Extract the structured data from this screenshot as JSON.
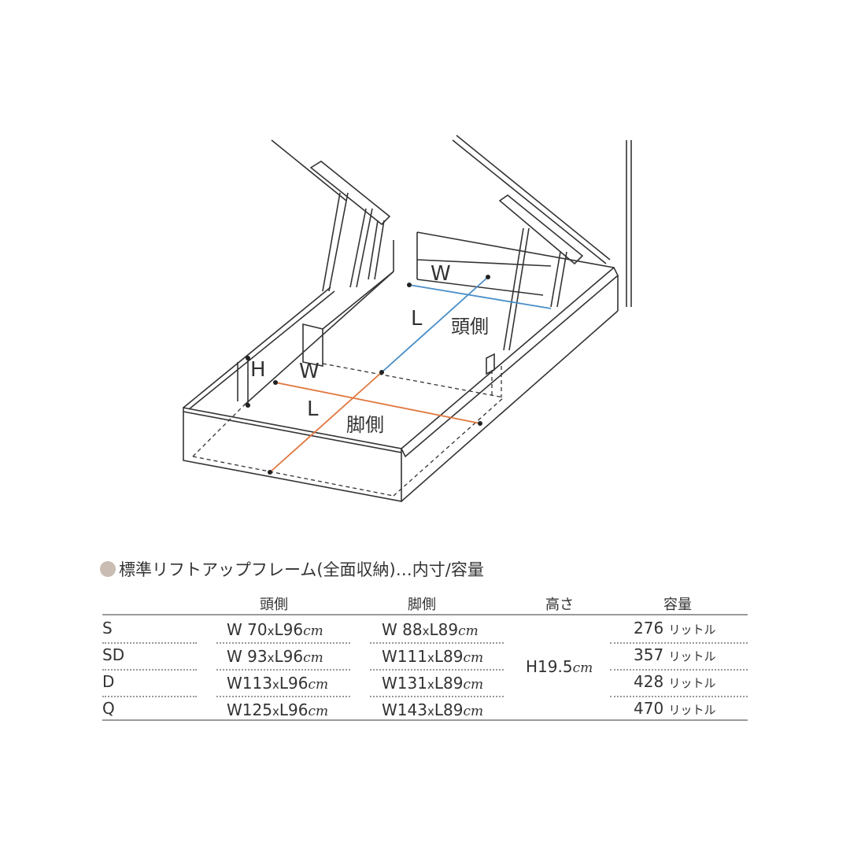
{
  "diagram": {
    "labels": {
      "head_w": "W",
      "head_l": "L",
      "head_side": "頭側",
      "foot_w": "W",
      "foot_l": "L",
      "foot_side": "脚側",
      "height": "H"
    },
    "colors": {
      "head_dimension": "#4a8fc8",
      "foot_dimension": "#e07840",
      "line": "#333333",
      "bullet": "#c9bcb2"
    }
  },
  "table": {
    "title": "標準リフトアップフレーム(全面収納)…内寸/容量",
    "headers": [
      "",
      "頭側",
      "脚側",
      "高さ",
      "容量"
    ],
    "height_value": "H19.5",
    "height_unit": "cm",
    "rows": [
      {
        "size": "S",
        "head_w": "W 70",
        "head_l": "L96",
        "foot_w": "W 88",
        "foot_l": "L89",
        "capacity": "276",
        "capacity_unit": "リットル"
      },
      {
        "size": "SD",
        "head_w": "W 93",
        "head_l": "L96",
        "foot_w": "W111",
        "foot_l": "L89",
        "capacity": "357",
        "capacity_unit": "リットル"
      },
      {
        "size": "D",
        "head_w": "W113",
        "head_l": "L96",
        "foot_w": "W131",
        "foot_l": "L89",
        "capacity": "428",
        "capacity_unit": "リットル"
      },
      {
        "size": "Q",
        "head_w": "W125",
        "head_l": "L96",
        "foot_w": "W143",
        "foot_l": "L89",
        "capacity": "470",
        "capacity_unit": "リットル"
      }
    ],
    "x": "x",
    "unit": "cm"
  }
}
